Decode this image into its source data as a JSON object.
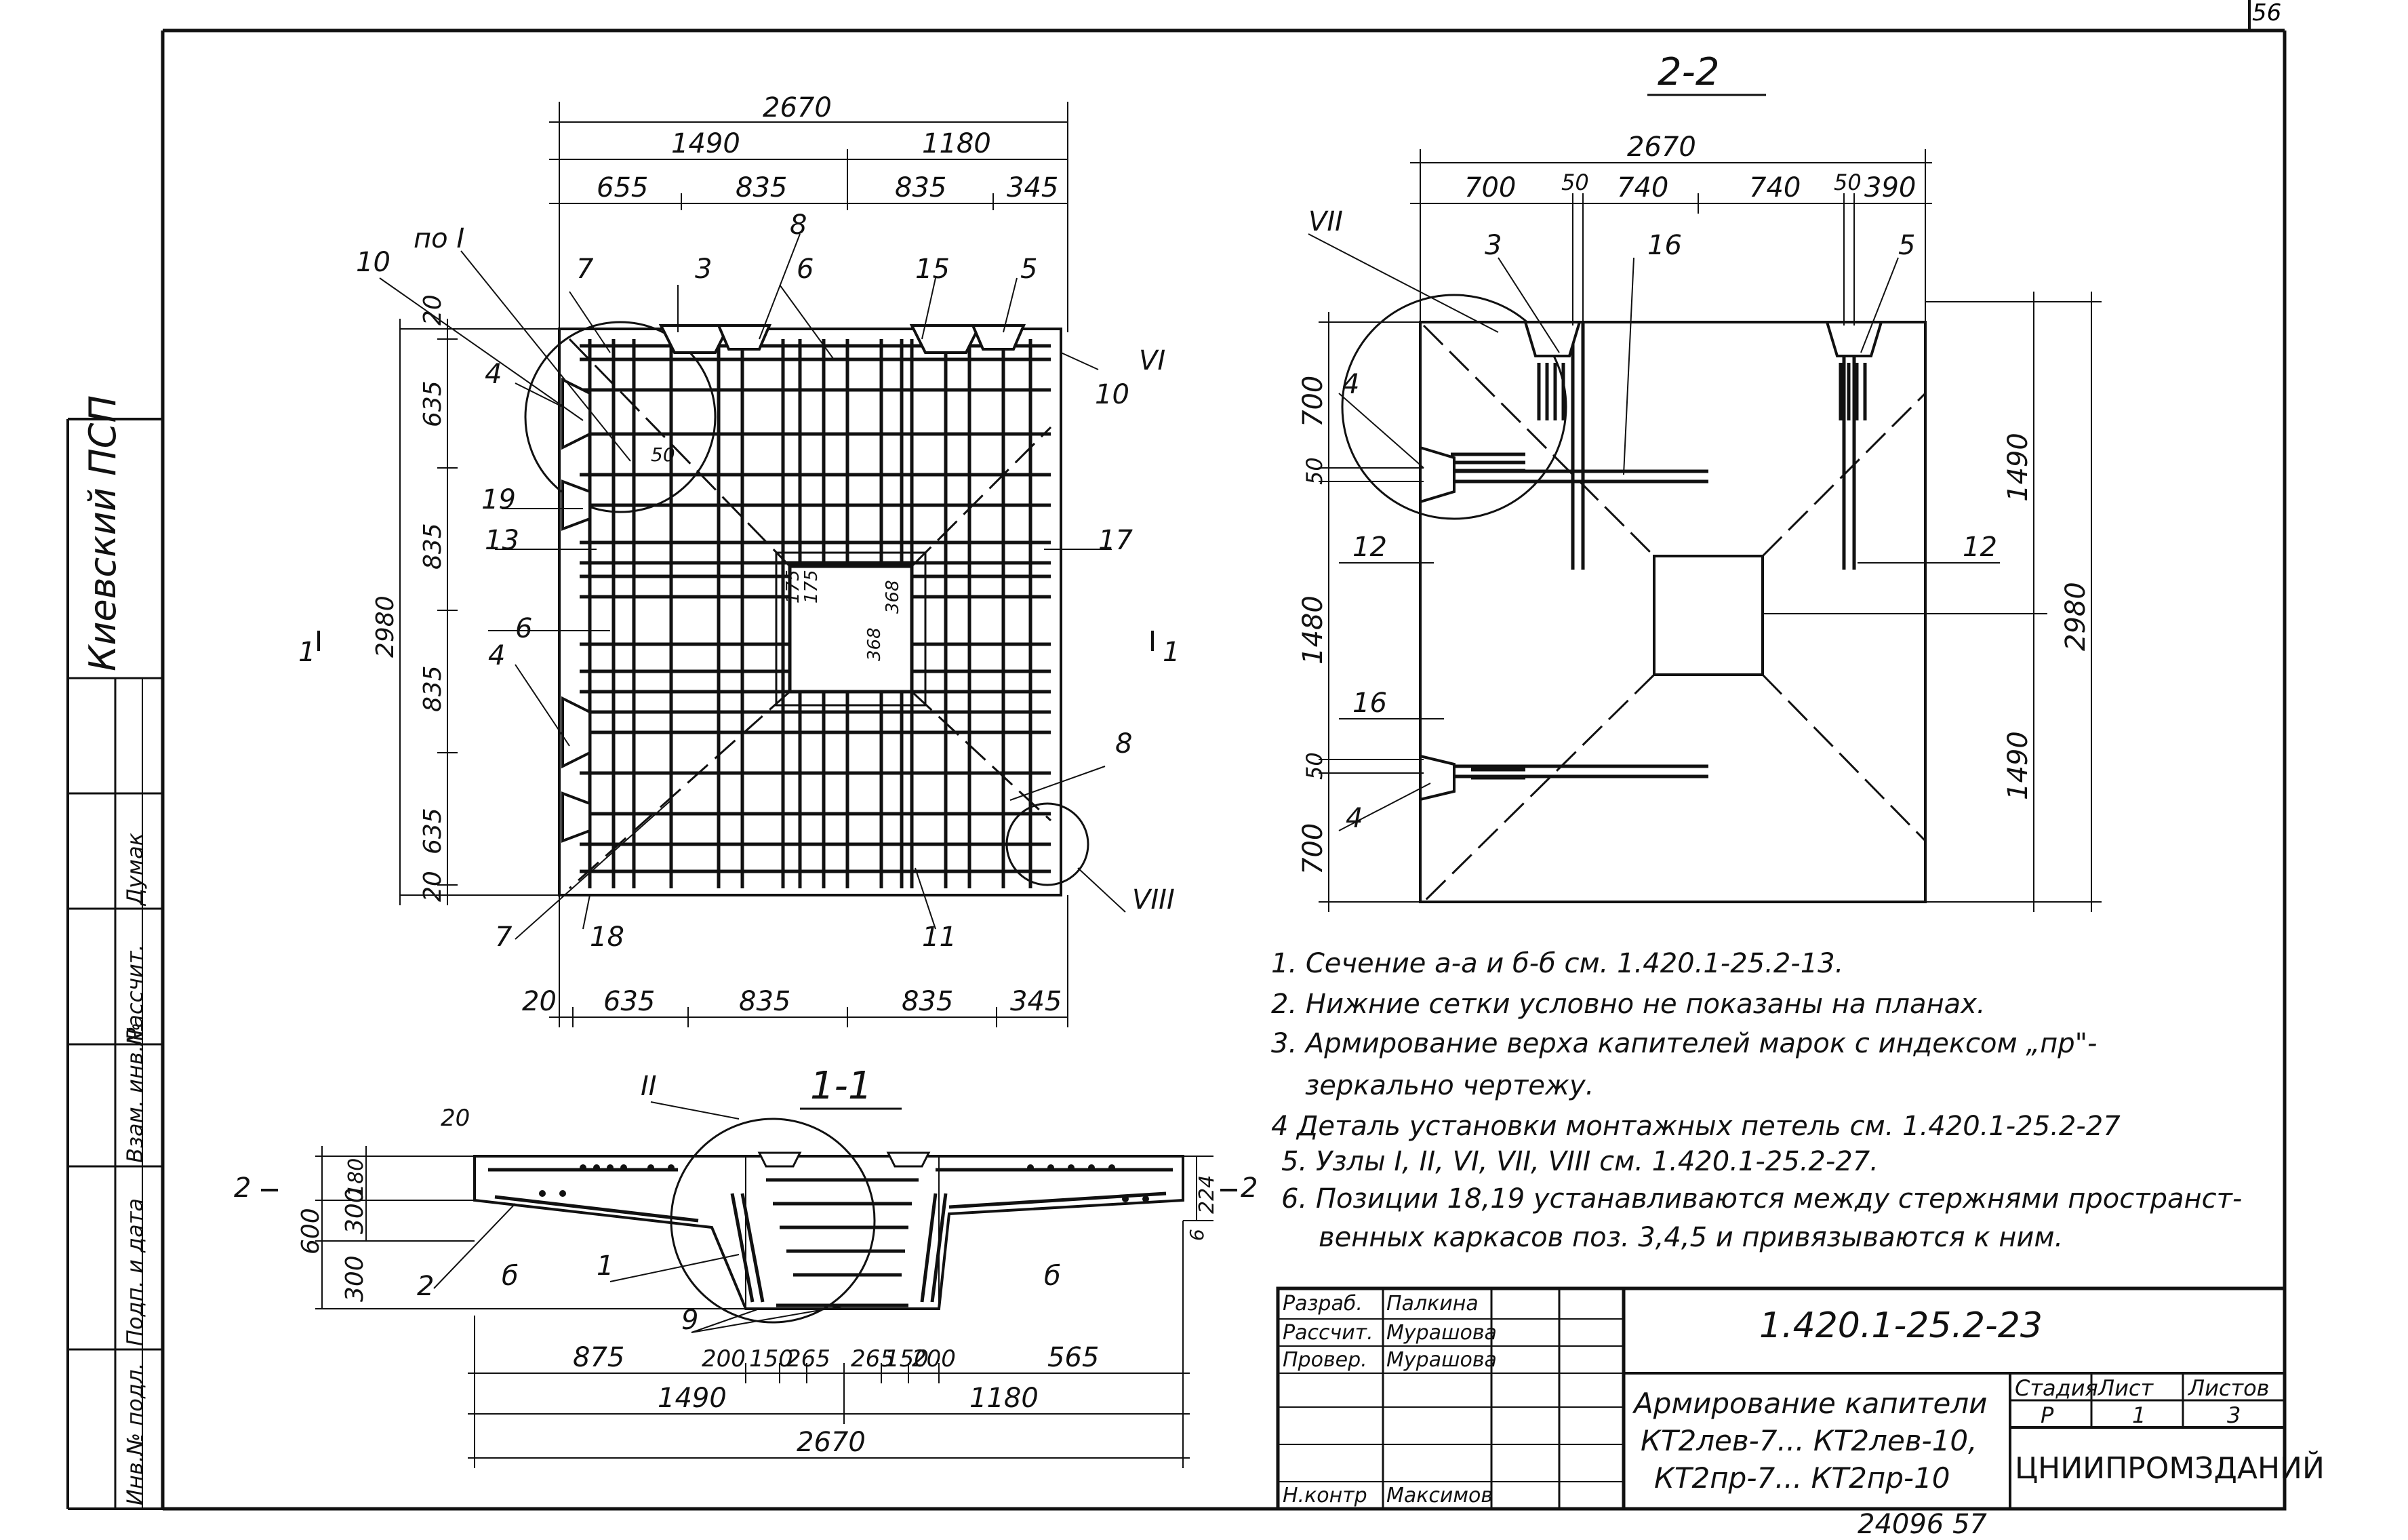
{
  "sheet_number": "56",
  "side_stamp": {
    "org_handwritten": "Киевский ПСП",
    "labels": [
      "Инв.№ подл.",
      "Подп. и дата",
      "Взам. инв.№",
      "Рассчит.",
      "Думак"
    ]
  },
  "plan": {
    "dims_top": [
      "2670",
      "1490",
      "1180",
      "655",
      "835",
      "835",
      "345"
    ],
    "dims_bottom": [
      "20",
      "635",
      "835",
      "835",
      "345"
    ],
    "dims_left": [
      "20",
      "635",
      "835",
      "835",
      "635",
      "20"
    ],
    "dim_total_height": "2980",
    "center_dims": [
      "175",
      "175",
      "368",
      "368"
    ],
    "callouts": [
      "по I",
      "10",
      "7",
      "3",
      "8",
      "6",
      "15",
      "5",
      "VI",
      "10",
      "4",
      "19",
      "13",
      "17",
      "6",
      "4",
      "8",
      "VIII",
      "7",
      "18",
      "11",
      "50",
      "I",
      "1"
    ]
  },
  "section_22": {
    "title": "2-2",
    "dims_top": [
      "2670",
      "700",
      "50",
      "740",
      "740",
      "50",
      "390"
    ],
    "dims_left": [
      "700",
      "50",
      "1480",
      "50",
      "700"
    ],
    "dims_right": [
      "1490",
      "2980",
      "1490"
    ],
    "callouts": [
      "VII",
      "3",
      "16",
      "5",
      "4",
      "12",
      "12",
      "16",
      "4"
    ]
  },
  "section_11": {
    "title": "1-1",
    "dims_bottom": [
      "875",
      "200",
      "150",
      "265",
      "265",
      "150",
      "200",
      "565"
    ],
    "dims_bottom2": [
      "1490",
      "1180"
    ],
    "dim_total": "2670",
    "dims_left": [
      "180",
      "300",
      "300",
      "600",
      "20"
    ],
    "dims_right": [
      "224",
      "6"
    ],
    "callouts": [
      "II",
      "2",
      "1",
      "б",
      "б",
      "9",
      "2",
      "2"
    ]
  },
  "notes": [
    "1. Сечение а-а и б-б см. 1.420.1-25.2-13.",
    "2. Нижние сетки условно не показаны на планах.",
    "3. Армирование верха капителей марок с индексом „пр\"-",
    "зеркально чертежу.",
    "4  Деталь установки монтажных петель см. 1.420.1-25.2-27",
    "5. Узлы I, II, VI, VII, VIII см. 1.420.1-25.2-27.",
    "6. Позиции 18,19 устанавливаются между стержнями пространст-",
    "венных каркасов поз. 3,4,5 и привязываются к ним."
  ],
  "title_block": {
    "rows": [
      {
        "role": "Разраб.",
        "name": "Палкина"
      },
      {
        "role": "Рассчит.",
        "name": "Мурашова"
      },
      {
        "role": "Провер.",
        "name": "Мурашова"
      },
      {
        "role": "",
        "name": ""
      },
      {
        "role": "",
        "name": ""
      },
      {
        "role": "",
        "name": ""
      },
      {
        "role": "Н.контр",
        "name": "Максимов"
      }
    ],
    "doc_code": "1.420.1-25.2-23",
    "title_lines": [
      "Армирование капители",
      "КТ2лев-7... КТ2лев-10,",
      "КТ2пр-7... КТ2пр-10"
    ],
    "stage_label": "Стадия",
    "sheet_label": "Лист",
    "sheets_label": "Листов",
    "stage": "Р",
    "sheet": "1",
    "sheets": "3",
    "org": "ЦНИИПРОМЗДАНИЙ"
  },
  "footer_number": "24096   57"
}
